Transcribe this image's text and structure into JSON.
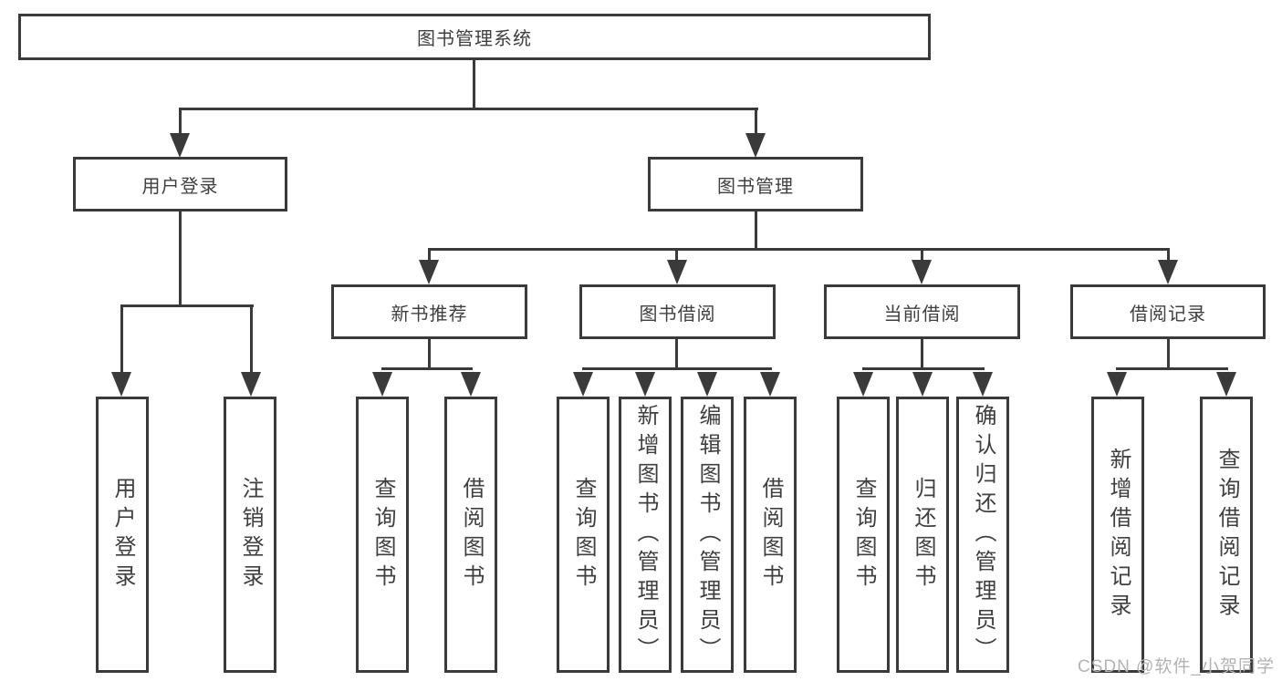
{
  "tree": {
    "root": "图书管理系统",
    "user_login": {
      "label": "用户登录",
      "children": {
        "login": "用户登录",
        "logout": "注销登录"
      }
    },
    "book_management": {
      "label": "图书管理",
      "sections": {
        "new_books": {
          "label": "新书推荐",
          "children": {
            "query_books": "查询图书",
            "borrow_books": "借阅图书"
          }
        },
        "book_borrowing": {
          "label": "图书借阅",
          "children": {
            "query_books": "查询图书",
            "add_books": "新增图书（管理员）",
            "edit_books": "编辑图书（管理员）",
            "borrow_books": "借阅图书"
          }
        },
        "current_borrowing": {
          "label": "当前借阅",
          "children": {
            "query_books": "查询图书",
            "return_books": "归还图书",
            "confirm_return": "确认归还（管理员）"
          }
        },
        "borrowing_records": {
          "label": "借阅记录",
          "children": {
            "add_record": "新增借阅记录",
            "query_record": "查询借阅记录"
          }
        }
      }
    }
  },
  "watermark": "CSDN @软件_小贺同学",
  "colors": {
    "line": "#3a3a3a",
    "text": "#3f3f3f",
    "background": "#ffffff",
    "watermark": "#b3b3b3"
  }
}
